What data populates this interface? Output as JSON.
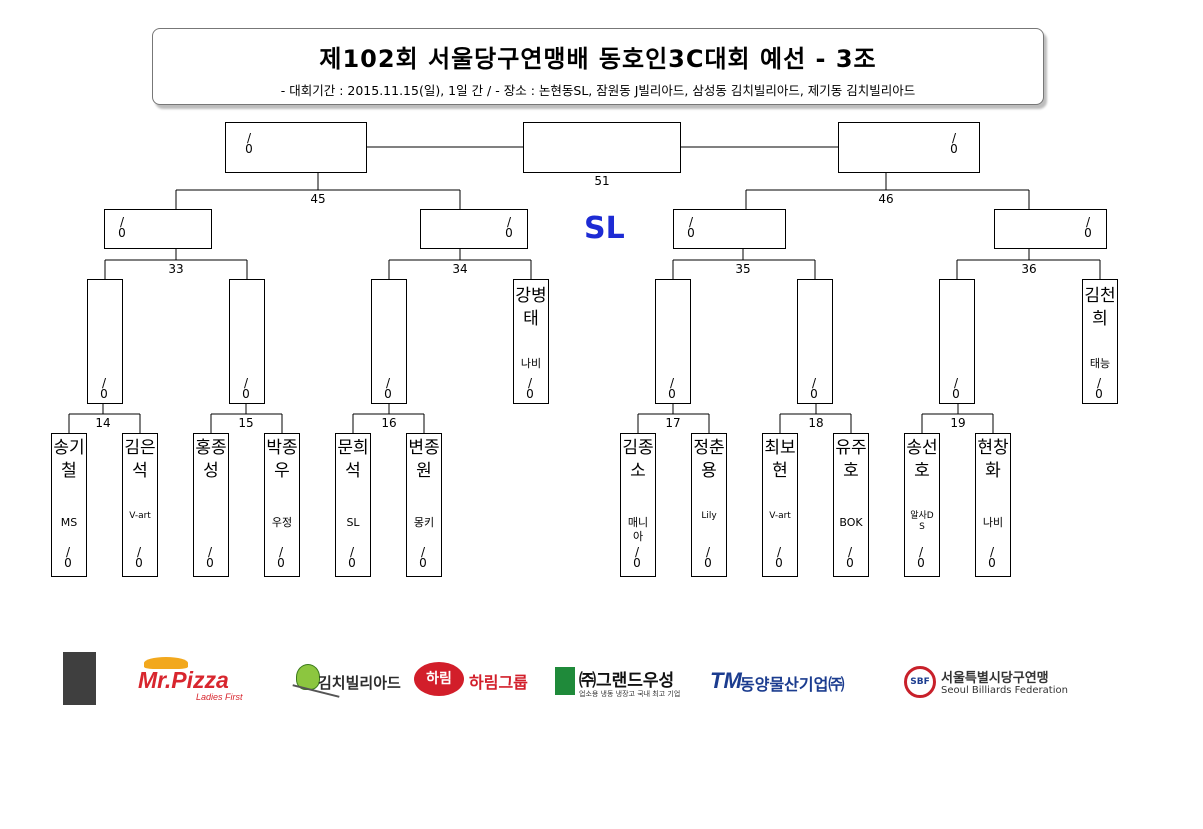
{
  "header": {
    "title": "제102회 서울당구연맹배 동호인3C대회 예선 - 3조",
    "subtitle": "- 대회기간 : 2015.11.15(일), 1일 간 / - 장소 : 논현동SL, 잠원동 J빌리아드, 삼성동 김치빌리아드, 제기동 김치빌리아드"
  },
  "venue_label": "SL",
  "score_placeholder": "/0",
  "match_numbers": {
    "m14": "14",
    "m15": "15",
    "m16": "16",
    "m17": "17",
    "m18": "18",
    "m19": "19",
    "m33": "33",
    "m34": "34",
    "m35": "35",
    "m36": "36",
    "m45": "45",
    "m46": "46",
    "m51": "51"
  },
  "players": [
    {
      "name": "송기철",
      "club": "MS"
    },
    {
      "name": "김은석",
      "club": "V-art"
    },
    {
      "name": "홍종성",
      "club": ""
    },
    {
      "name": "박종우",
      "club": "우정"
    },
    {
      "name": "문희석",
      "club": "SL"
    },
    {
      "name": "변종원",
      "club": "몽키"
    },
    {
      "name": "김종소",
      "club": "매니아"
    },
    {
      "name": "정춘용",
      "club": "Lily"
    },
    {
      "name": "최보현",
      "club": "V-art"
    },
    {
      "name": "유주호",
      "club": "BOK"
    },
    {
      "name": "송선호",
      "club": "알사DS"
    },
    {
      "name": "현창화",
      "club": "나비"
    }
  ],
  "seeded_players": [
    {
      "name": "강병태",
      "club": "나비"
    },
    {
      "name": "김천희",
      "club": "태능"
    }
  ],
  "sponsors": {
    "mrpizza": "Mr.Pizza",
    "mrpizza_tag": "Ladies First",
    "kimchi": "김치빌리아드",
    "harim_badge": "하림",
    "harim": "하림그룹",
    "grand": "㈜그랜드우성",
    "grand_sub": "업소용 냉동 냉장고 국내 최고 기업",
    "tm_mark": "TM",
    "tm": "동양물산기업㈜",
    "seoul": "서울특별시당구연맹",
    "seoul_en": "Seoul Billiards Federation",
    "seoul_mark": "SBF"
  },
  "colors": {
    "sl_blue": "#1d2bd4",
    "pizza_red": "#d8262e",
    "harim_red": "#d21e2a",
    "tm_blue": "#1b3c8f"
  }
}
